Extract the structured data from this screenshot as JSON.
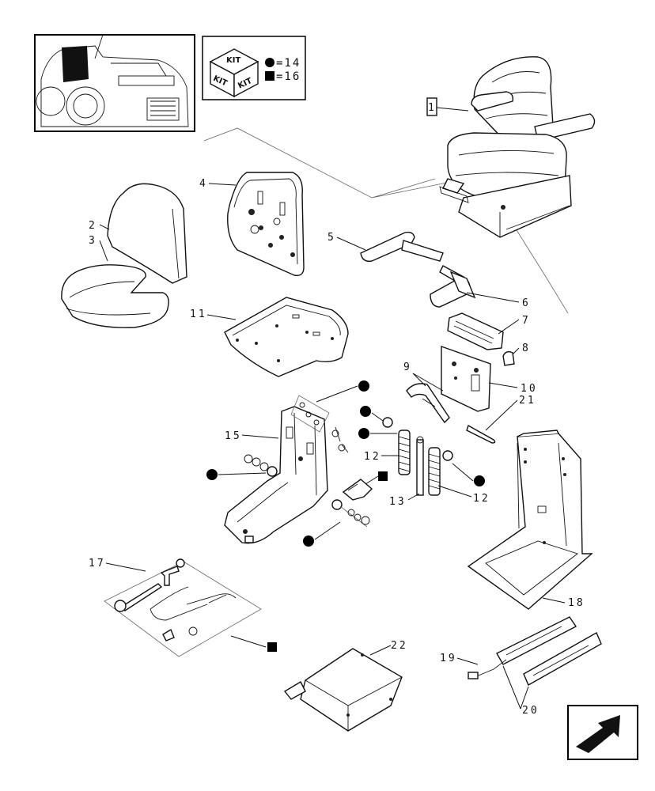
{
  "kit": {
    "label_top": "KIT",
    "label_left": "KIT",
    "label_right": "KIT",
    "legend_circle": "=14",
    "legend_square": "=16"
  },
  "callouts": {
    "c1": "1",
    "c2": "2",
    "c3": "3",
    "c4": "4",
    "c5": "5",
    "c6": "6",
    "c7": "7",
    "c8": "8",
    "c9": "9",
    "c10": "10",
    "c11": "11",
    "c12a": "12",
    "c12b": "12",
    "c13": "13",
    "c15": "15",
    "c17": "17",
    "c18": "18",
    "c19": "19",
    "c20": "20",
    "c21": "21",
    "c22": "22"
  },
  "icons": {
    "tractor_thumbnail": "tractor-location-icon",
    "kit_box": "kit-box-icon",
    "next_page": "next-page-arrow-icon"
  }
}
